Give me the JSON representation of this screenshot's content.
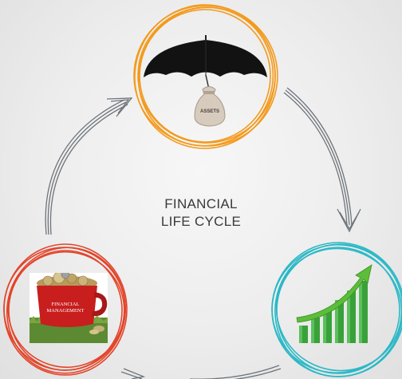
{
  "diagram": {
    "title_line1": "FINANCIAL",
    "title_line2": "LIFE CYCLE",
    "nodes": [
      {
        "id": "protection",
        "ring_color": "#f39a1d",
        "icon": "umbrella-icon",
        "bag_label": "ASSETS"
      },
      {
        "id": "growth",
        "ring_color": "#2bb8c6",
        "icon": "growth-chart-icon"
      },
      {
        "id": "management",
        "ring_color": "#e2452b",
        "icon": "money-mug-icon",
        "mug_label_line1": "FINANCIAL",
        "mug_label_line2": "MANAGEMENT"
      }
    ],
    "arrow_color": "#6e747b"
  }
}
